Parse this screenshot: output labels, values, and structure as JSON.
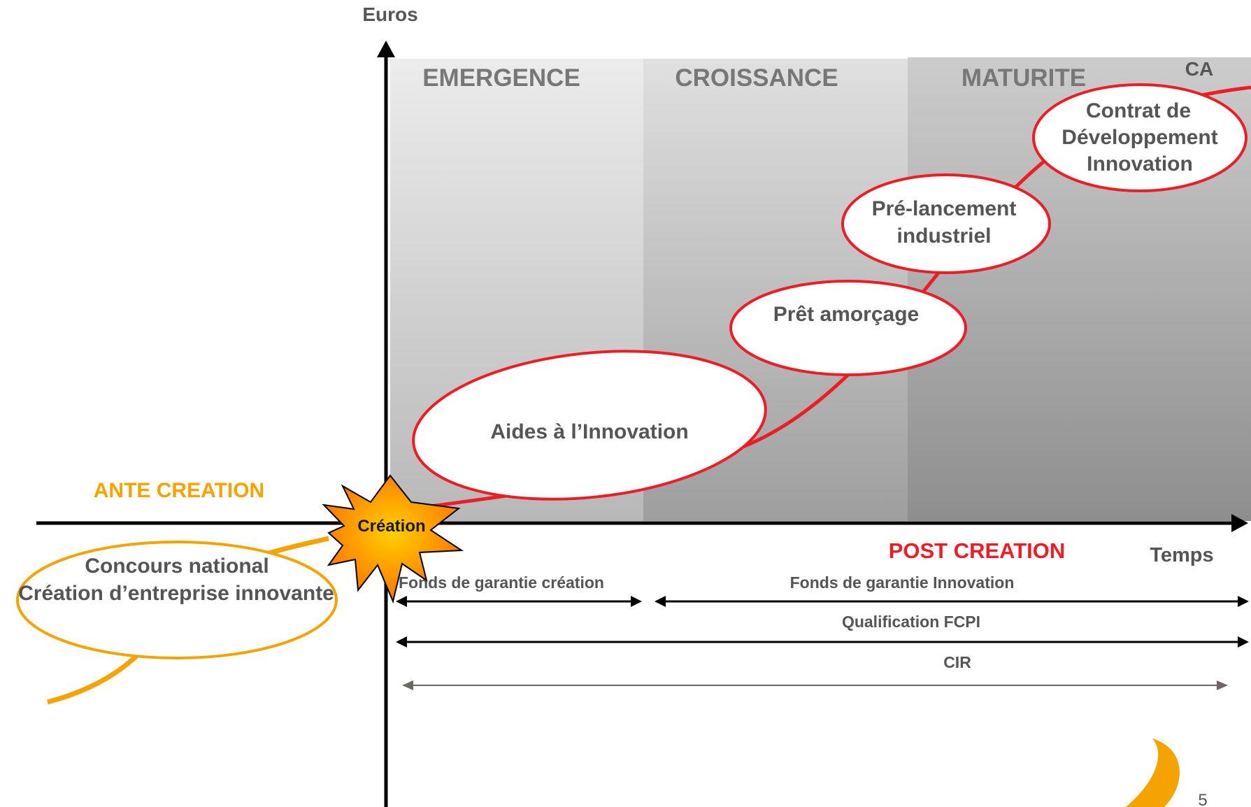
{
  "axes": {
    "y_label": "Euros",
    "x_label": "Temps",
    "ca_label": "CA"
  },
  "phases": [
    {
      "label": "EMERGENCE"
    },
    {
      "label": "CROISSANCE"
    },
    {
      "label": "MATURITE"
    }
  ],
  "stage_labels": {
    "ante": "ANTE CREATION",
    "post": "POST CREATION",
    "creation": "Création"
  },
  "bubbles": {
    "aides": [
      "Aides à l’Innovation"
    ],
    "pret": [
      "Prêt amorçage"
    ],
    "prelancement": [
      "Pré-lancement",
      "industriel"
    ],
    "contrat": [
      "Contrat de",
      "Développement",
      "Innovation"
    ],
    "concours": [
      "Concours national",
      "Création d’entreprise innovante"
    ]
  },
  "ranges": {
    "fonds_creation": "Fonds de garantie création",
    "fonds_innovation": "Fonds de garantie Innovation",
    "fcpi": "Qualification FCPI",
    "cir": "CIR"
  },
  "page_number": "5",
  "colors": {
    "red": "#ee1c24",
    "orange": "#f5a300",
    "dark": "#000000",
    "cir_arrow": "#6e6565"
  }
}
